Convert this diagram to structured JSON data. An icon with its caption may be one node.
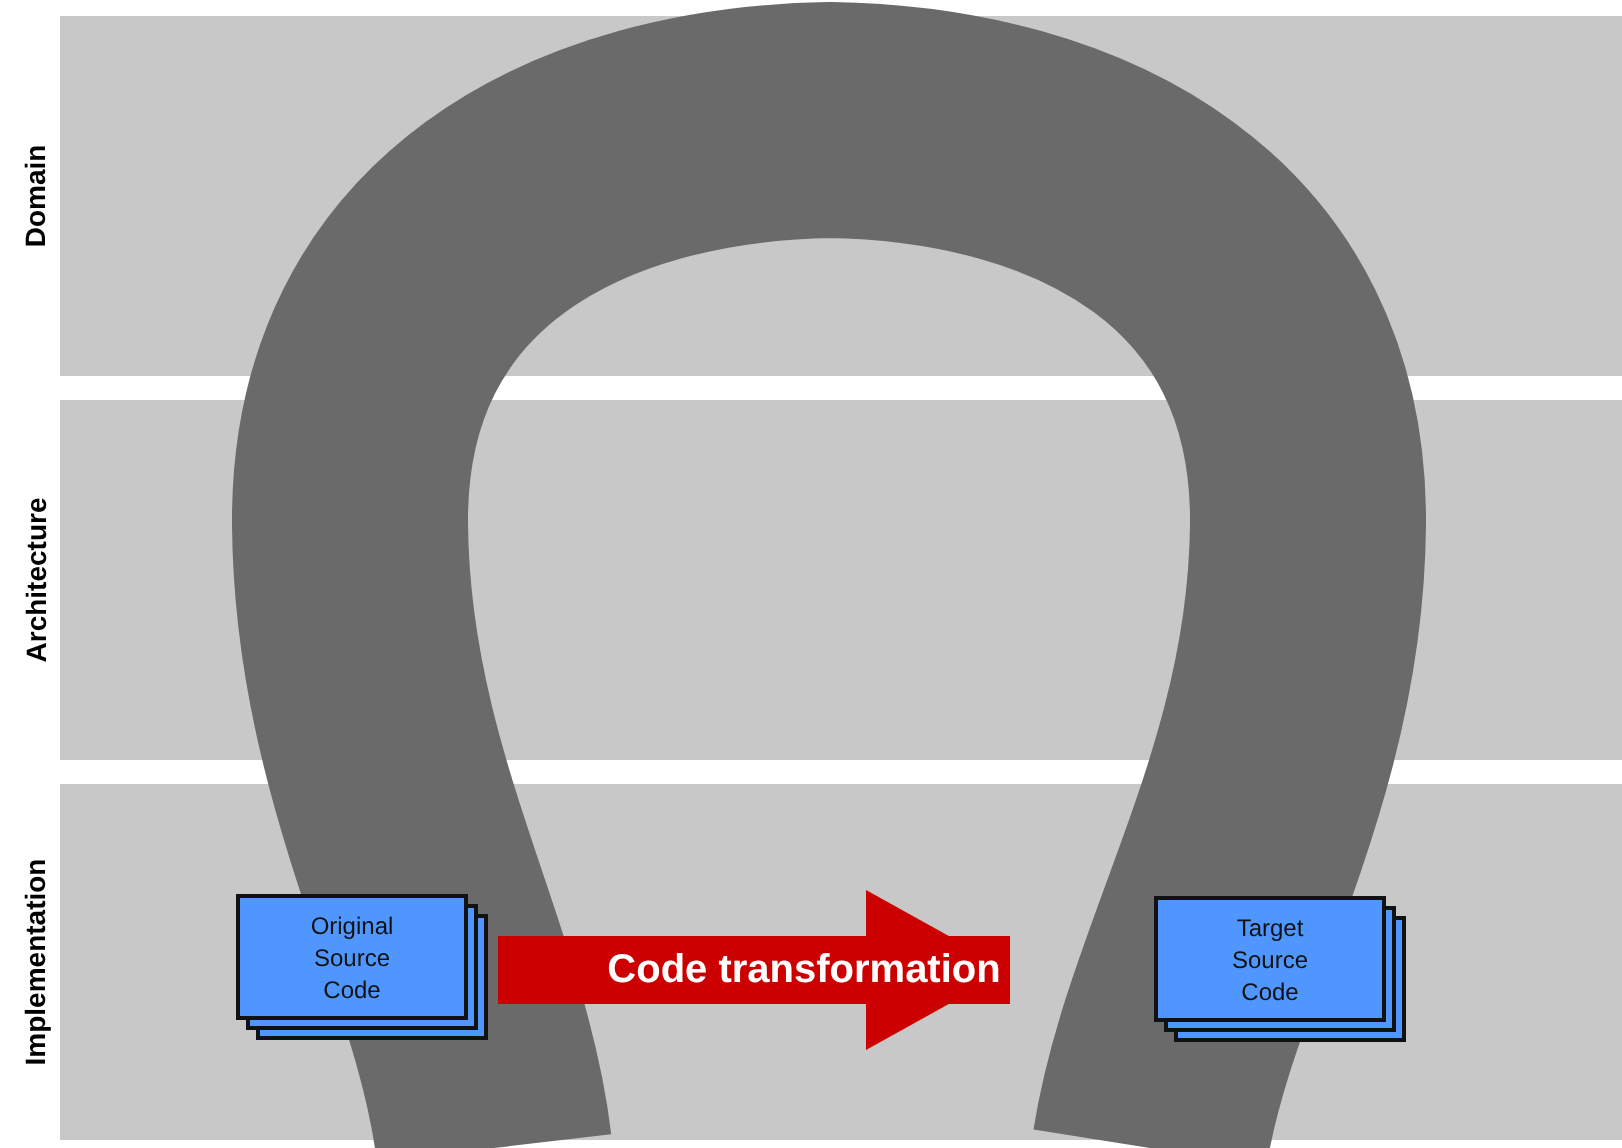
{
  "diagram": {
    "nodes": [
      {
        "text": [
          "Domain"
        ]
      },
      {
        "text": [
          "Architecture"
        ]
      },
      {
        "text": [
          "Implementation"
        ]
      },
      {
        "text": [
          "Original Source Code"
        ],
        "in": 2
      },
      {
        "text": [
          "Target Source Code"
        ],
        "in": 2
      }
    ],
    "edges": [
      {
        "from": 3,
        "to": 4,
        "arrow": "to",
        "label": "Code transformation",
        "color": "#cc0000"
      }
    ]
  }
}
